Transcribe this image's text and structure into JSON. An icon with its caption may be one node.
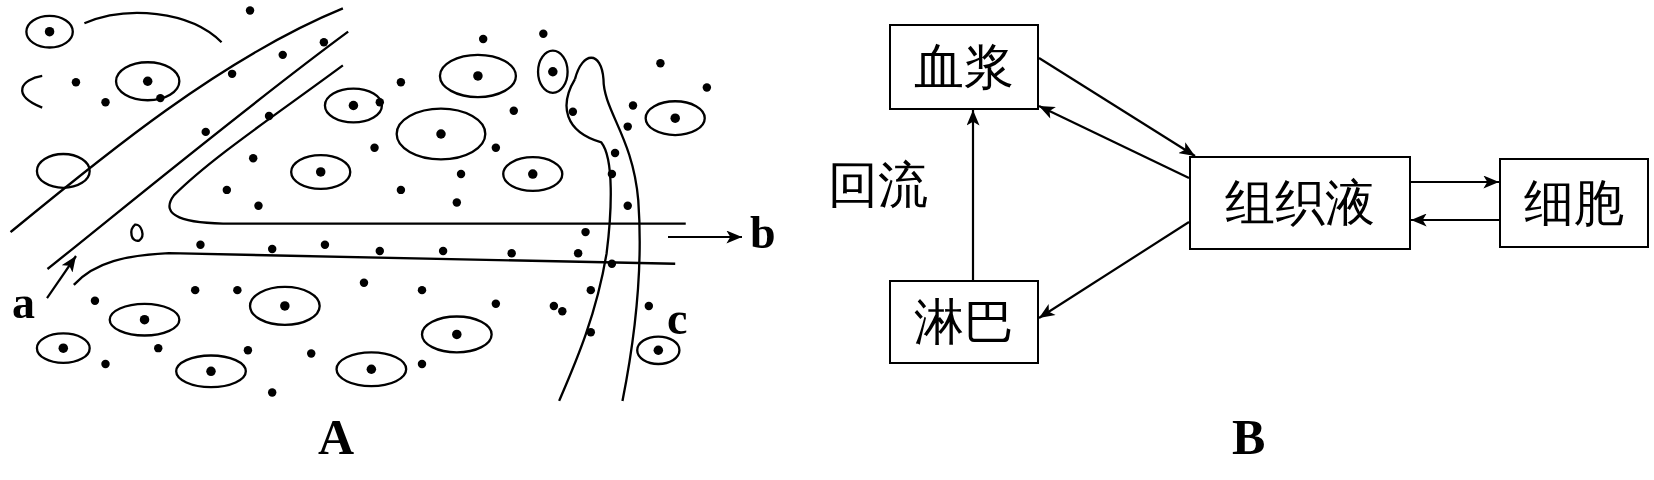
{
  "diagram": {
    "nodes": [
      {
        "text": [
          "血浆"
        ]
      },
      {
        "text": [
          "组织液"
        ]
      },
      {
        "text": [
          "细胞"
        ]
      },
      {
        "text": [
          "淋巴"
        ]
      }
    ],
    "edges": [
      {
        "from": 0,
        "to": 1,
        "arrow": "to"
      },
      {
        "from": 1,
        "to": 0,
        "arrow": "to"
      },
      {
        "from": 1,
        "to": 2,
        "arrow": "to"
      },
      {
        "from": 2,
        "to": 1,
        "arrow": "to"
      },
      {
        "from": 1,
        "to": 3,
        "arrow": "to"
      },
      {
        "from": 3,
        "to": 0,
        "arrow": "to",
        "label": "回流"
      }
    ],
    "labels": [
      "a",
      "b",
      "c",
      "A",
      "B"
    ]
  }
}
